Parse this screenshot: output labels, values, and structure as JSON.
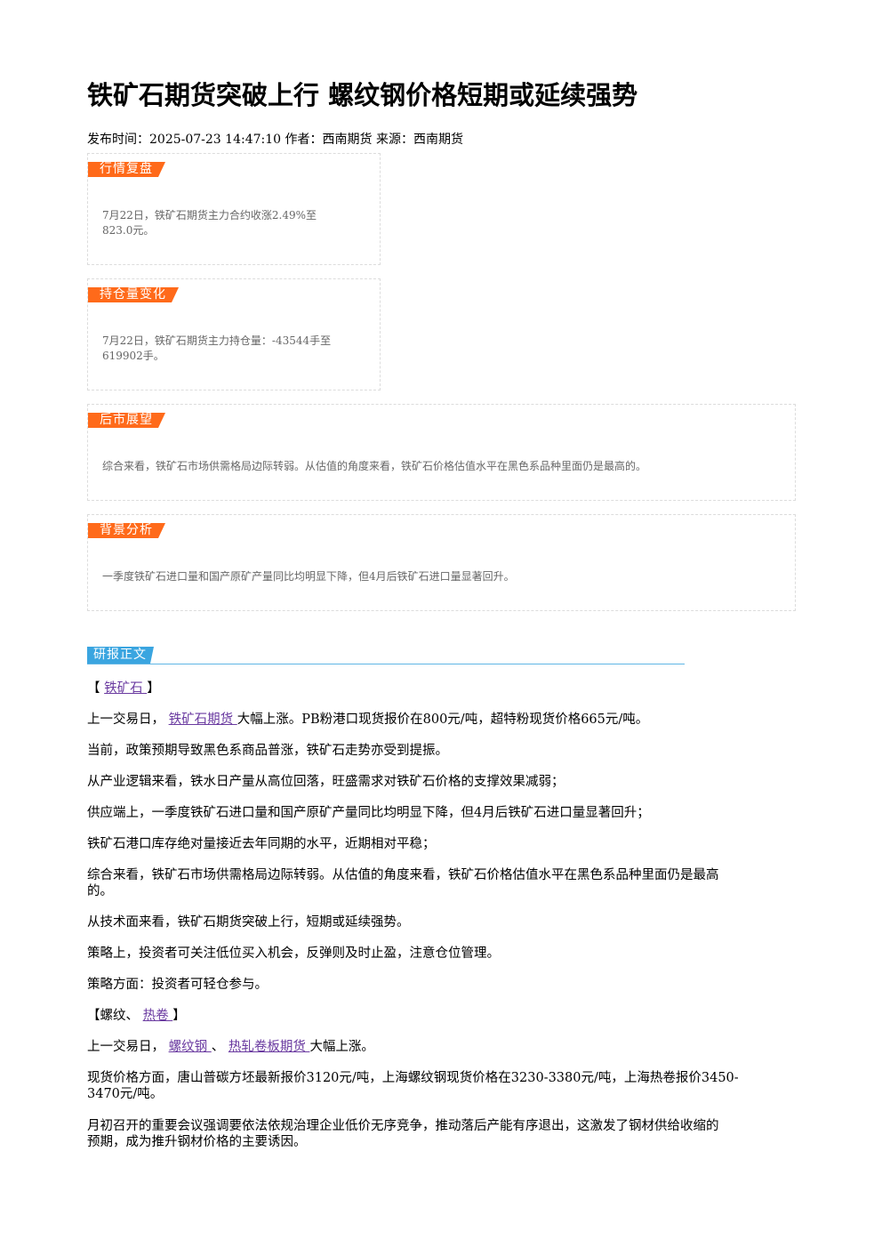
{
  "article": {
    "title": "铁矿石期货突破上行 螺纹钢价格短期或延续强势",
    "meta": "发布时间：2025-07-23 14:47:10 作者：西南期货 来源：西南期货"
  },
  "cards": [
    {
      "tag": "行情复盘",
      "line1": "7月22日，铁矿石期货主力合约收涨2.49%至",
      "line2": "823.0元。"
    },
    {
      "tag": "持仓量变化",
      "line1": "7月22日，铁矿石期货主力持仓量：-43544手至",
      "line2": "619902手。"
    },
    {
      "tag": "后市展望",
      "line1": "综合来看，铁矿石市场供需格局边际转弱。从估值的角度来看，铁矿石价格估值水平在黑色系品种里面仍是最高的。"
    },
    {
      "tag": "背景分析",
      "line1": "一季度铁矿石进口量和国产原矿产量同比均明显下降，但4月后铁矿石进口量显著回升。"
    }
  ],
  "report": {
    "tag": "研报正文",
    "p1_open": "【",
    "p1_link": "铁矿石 ",
    "p1_close": "】",
    "p2_pre": "上一交易日，",
    "p2_link": "铁矿石期货 ",
    "p2_post": "大幅上涨。PB粉港口现货报价在800元/吨，超特粉现货价格665元/吨。",
    "p3": "当前，政策预期导致黑色系商品普涨，铁矿石走势亦受到提振。",
    "p4": "从产业逻辑来看，铁水日产量从高位回落，旺盛需求对铁矿石价格的支撑效果减弱；",
    "p5": "供应端上，一季度铁矿石进口量和国产原矿产量同比均明显下降，但4月后铁矿石进口量显著回升；",
    "p6": "铁矿石港口库存绝对量接近去年同期的水平，近期相对平稳；",
    "p7a": "综合来看，铁矿石市场供需格局边际转弱。从估值的角度来看，铁矿石价格估值水平在黑色系品种里面仍是最高",
    "p7b": "的。",
    "p8": "从技术面来看，铁矿石期货突破上行，短期或延续强势。",
    "p9": "策略上，投资者可关注低位买入机会，反弹则及时止盈，注意仓位管理。",
    "p10": "策略方面：投资者可轻仓参与。",
    "p11_open": "【螺纹、",
    "p11_link": "热卷 ",
    "p11_close": "】",
    "p12_pre": "上一交易日，",
    "p12_link1": "螺纹钢 ",
    "p12_sep": "、",
    "p12_link2": "热轧卷板期货 ",
    "p12_post": "大幅上涨。",
    "p13a": "现货价格方面，唐山普碳方坯最新报价3120元/吨，上海螺纹钢现货价格在3230-3380元/吨，上海热卷报价3450-",
    "p13b": "3470元/吨。",
    "p14a": "月初召开的重要会议强调要依法依规治理企业低价无序竞争，推动落后产能有序退出，这激发了钢材供给收缩的",
    "p14b": "预期，成为推升钢材价格的主要诱因。"
  }
}
